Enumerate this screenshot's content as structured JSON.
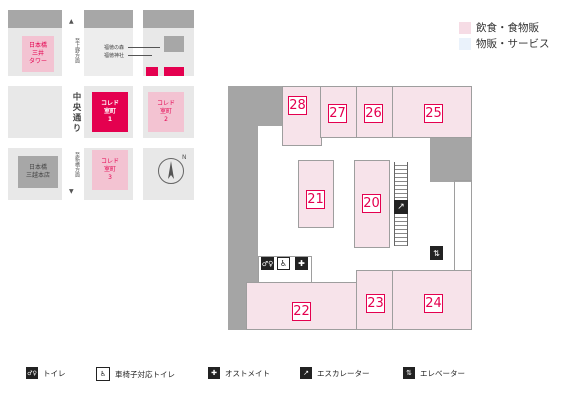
{
  "legend": {
    "food": {
      "label": "飲食・食物販",
      "color": "#f6dce5"
    },
    "service": {
      "label": "物販・サービス",
      "color": "#eaf2fb"
    }
  },
  "vicinity_map": {
    "road_labels": {
      "left_road": "至上野方面",
      "main_road": "中央通り",
      "right_road": "至新橋方面"
    },
    "buildings": {
      "nihonbashi_mitsui_tower": "日本橋\n三井\nタワー",
      "coredo_1": "コレド\n室町\n1",
      "coredo_2": "コレド\n室町\n2",
      "coredo_3": "コレド\n室町\n3",
      "mitsukoshi": "日本橋\n三越本店"
    },
    "shrine_labels": {
      "spring": "福徳の森",
      "shrine": "福徳神社"
    },
    "north_label": "N"
  },
  "floor_map": {
    "stores": [
      "28",
      "27",
      "26",
      "25",
      "21",
      "20",
      "22",
      "23",
      "24"
    ],
    "colors": {
      "tenant": "#f7e3ea",
      "core": "#a5a5a5",
      "accent": "#e4004f"
    }
  },
  "bottom_legend": [
    {
      "icon": "restroom-icon",
      "label": "トイレ"
    },
    {
      "icon": "wheelchair-icon",
      "label": "車椅子対応トイレ"
    },
    {
      "icon": "ostomate-icon",
      "label": "オストメイト"
    },
    {
      "icon": "escalator-icon",
      "label": "エスカレーター"
    },
    {
      "icon": "elevator-icon",
      "label": "エレベーター"
    }
  ]
}
